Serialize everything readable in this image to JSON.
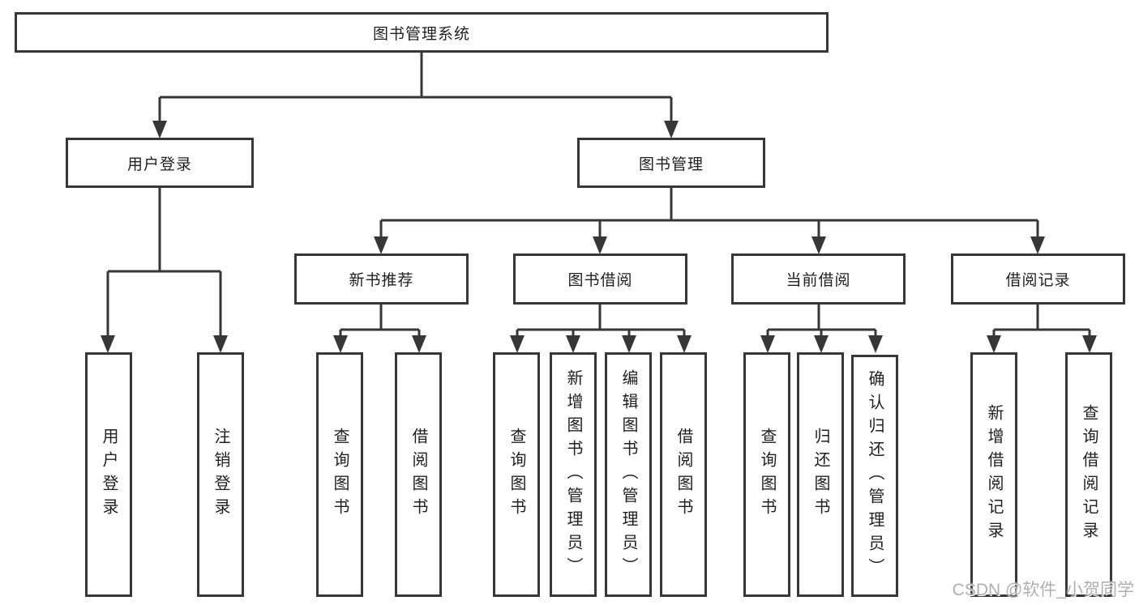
{
  "diagram_title": "图书管理系统",
  "nodes": {
    "root": {
      "label": "图书管理系统"
    },
    "user_login": {
      "label": "用户登录",
      "children": [
        "用户登录",
        "注销登录"
      ]
    },
    "book_mgmt": {
      "label": "图书管理"
    },
    "new_book": {
      "label": "新书推荐",
      "children": [
        "查询图书",
        "借阅图书"
      ]
    },
    "book_borrow": {
      "label": "图书借阅",
      "children": [
        "查询图书",
        "新增图书（管理员）",
        "编辑图书（管理员）",
        "借阅图书"
      ]
    },
    "current_borrow": {
      "label": "当前借阅",
      "children": [
        "查询图书",
        "归还图书",
        "确认归还（管理员）"
      ]
    },
    "borrow_records": {
      "label": "借阅记录",
      "children": [
        "新增借阅记录",
        "查询借阅记录"
      ]
    }
  },
  "watermark": {
    "text": "CSDN @软件_小贺同学"
  },
  "colors": {
    "line": "#373737",
    "box_border": "#373737",
    "text": "#1f1f1f",
    "background": "#ffffff",
    "watermark": "#9b9b9b"
  }
}
